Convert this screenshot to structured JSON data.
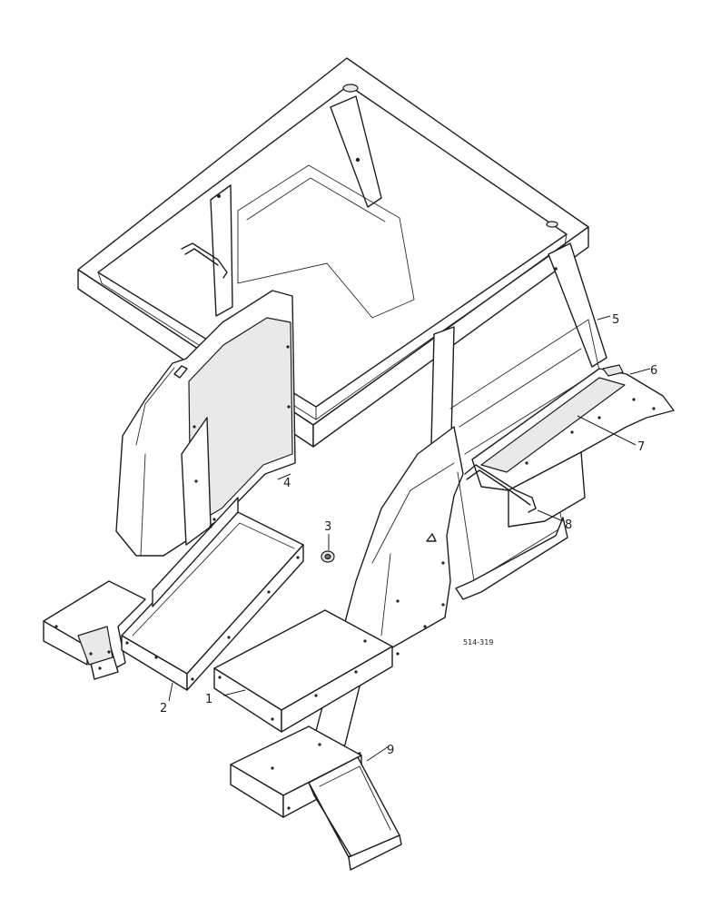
{
  "diagram": {
    "reference_code": "514-319",
    "callouts": [
      {
        "id": "1",
        "label": "1"
      },
      {
        "id": "2",
        "label": "2"
      },
      {
        "id": "3",
        "label": "3"
      },
      {
        "id": "4",
        "label": "4"
      },
      {
        "id": "5",
        "label": "5"
      },
      {
        "id": "6",
        "label": "6"
      },
      {
        "id": "7",
        "label": "7"
      },
      {
        "id": "8",
        "label": "8"
      },
      {
        "id": "9",
        "label": "9"
      }
    ]
  }
}
